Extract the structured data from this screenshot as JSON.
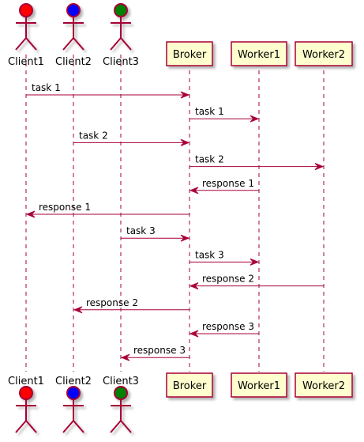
{
  "participants": [
    {
      "id": "Client1",
      "label": "Client1",
      "kind": "actor",
      "fill": "#FF0000"
    },
    {
      "id": "Client2",
      "label": "Client2",
      "kind": "actor",
      "fill": "#0000FF"
    },
    {
      "id": "Client3",
      "label": "Client3",
      "kind": "actor",
      "fill": "#008000"
    },
    {
      "id": "Broker",
      "label": "Broker",
      "kind": "box"
    },
    {
      "id": "Worker1",
      "label": "Worker1",
      "kind": "box"
    },
    {
      "id": "Worker2",
      "label": "Worker2",
      "kind": "box"
    }
  ],
  "messages": [
    {
      "from": "Client1",
      "to": "Broker",
      "label": "task 1"
    },
    {
      "from": "Broker",
      "to": "Worker1",
      "label": "task 1"
    },
    {
      "from": "Client2",
      "to": "Broker",
      "label": "task 2"
    },
    {
      "from": "Broker",
      "to": "Worker2",
      "label": "task 2"
    },
    {
      "from": "Worker1",
      "to": "Broker",
      "label": "response 1"
    },
    {
      "from": "Broker",
      "to": "Client1",
      "label": "response 1"
    },
    {
      "from": "Client3",
      "to": "Broker",
      "label": "task 3"
    },
    {
      "from": "Broker",
      "to": "Worker1",
      "label": "task 3"
    },
    {
      "from": "Worker2",
      "to": "Broker",
      "label": "response 2"
    },
    {
      "from": "Broker",
      "to": "Client2",
      "label": "response 2"
    },
    {
      "from": "Worker1",
      "to": "Broker",
      "label": "response 3"
    },
    {
      "from": "Broker",
      "to": "Client3",
      "label": "response 3"
    }
  ],
  "colors": {
    "line": "#A80036",
    "box_fill": "#FEFECE",
    "box_stroke": "#A80036"
  }
}
